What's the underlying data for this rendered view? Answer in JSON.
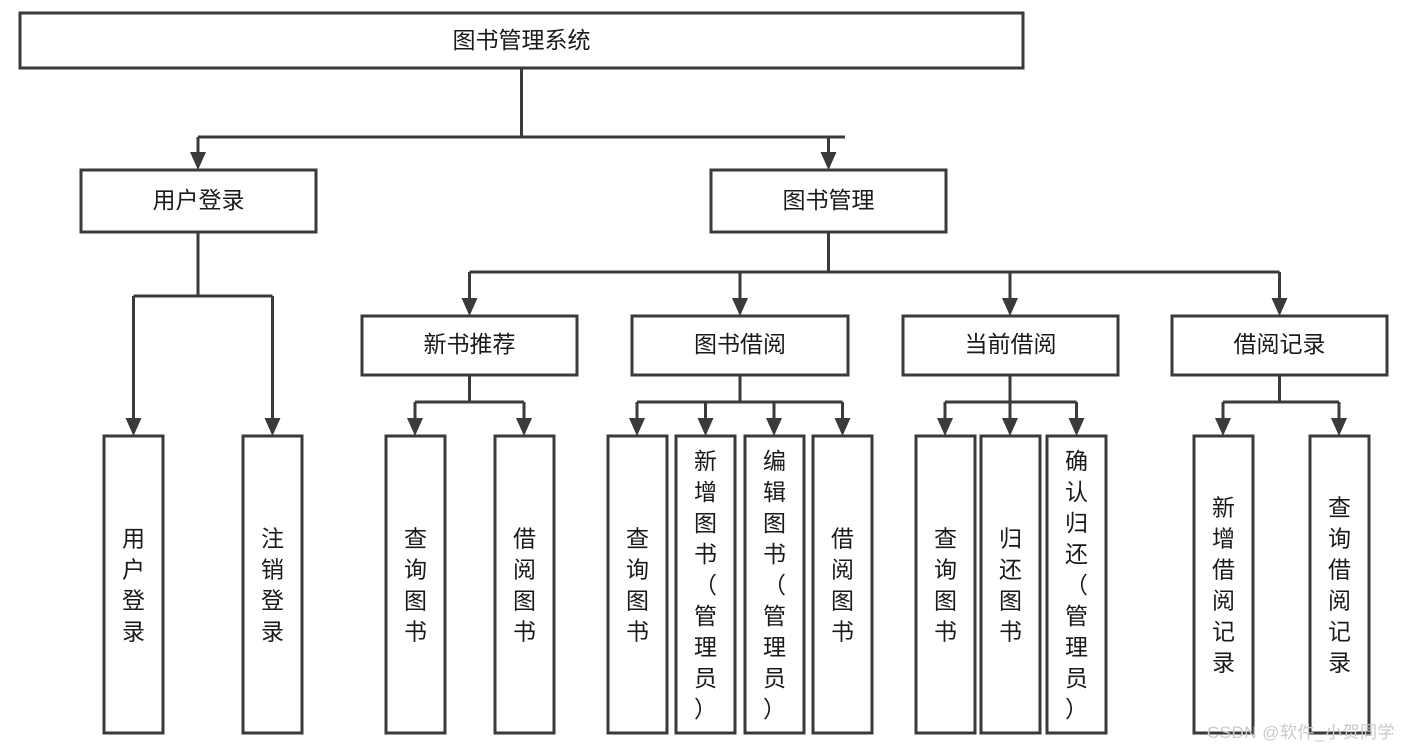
{
  "diagram": {
    "type": "tree",
    "title": "图书管理系统",
    "watermark": "CSDN @软件_小贺同学",
    "nodes": {
      "root": {
        "label": "图书管理系统"
      },
      "level2": [
        {
          "id": "user-login",
          "label": "用户登录"
        },
        {
          "id": "book-manage",
          "label": "图书管理"
        }
      ],
      "level3": [
        {
          "id": "new-book-recommend",
          "label": "新书推荐",
          "parent": "book-manage"
        },
        {
          "id": "book-borrow",
          "label": "图书借阅",
          "parent": "book-manage"
        },
        {
          "id": "current-borrow",
          "label": "当前借阅",
          "parent": "book-manage"
        },
        {
          "id": "borrow-record",
          "label": "借阅记录",
          "parent": "book-manage"
        }
      ],
      "leaves": {
        "user_login": [
          {
            "id": "leaf-user-login",
            "label": "用户登录"
          },
          {
            "id": "leaf-user-logout",
            "label": "注销登录"
          }
        ],
        "new_book_recommend": [
          {
            "id": "leaf-query-book-1",
            "label": "查询图书"
          },
          {
            "id": "leaf-borrow-book-1",
            "label": "借阅图书"
          }
        ],
        "book_borrow": [
          {
            "id": "leaf-query-book-2",
            "label": "查询图书"
          },
          {
            "id": "leaf-add-book",
            "label": "新增图书（管理员）"
          },
          {
            "id": "leaf-edit-book",
            "label": "编辑图书（管理员）"
          },
          {
            "id": "leaf-borrow-book-2",
            "label": "借阅图书"
          }
        ],
        "current_borrow": [
          {
            "id": "leaf-query-book-3",
            "label": "查询图书"
          },
          {
            "id": "leaf-return-book",
            "label": "归还图书"
          },
          {
            "id": "leaf-confirm-return",
            "label": "确认归还（管理员）"
          }
        ],
        "borrow_record": [
          {
            "id": "leaf-add-record",
            "label": "新增借阅记录"
          },
          {
            "id": "leaf-query-record",
            "label": "查询借阅记录"
          }
        ]
      }
    },
    "colors": {
      "stroke": "#3a3a3a",
      "fill": "#ffffff",
      "text": "#1a1a1a",
      "watermark": "#c9c9c9"
    }
  }
}
